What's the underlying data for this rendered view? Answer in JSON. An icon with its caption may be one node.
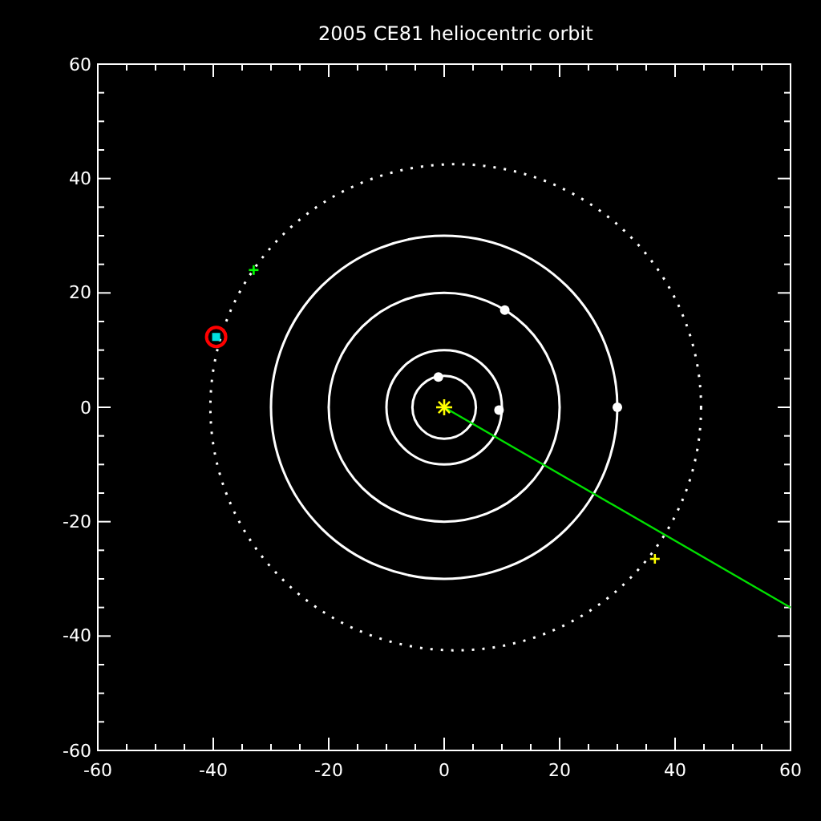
{
  "diagram": {
    "title": "2005 CE81 heliocentric orbit",
    "labels": [
      "60",
      "40",
      "20",
      "0",
      "-20",
      "-40",
      "-60",
      "-60",
      "-40",
      "-20",
      "0",
      "20",
      "40",
      "60"
    ]
  }
}
